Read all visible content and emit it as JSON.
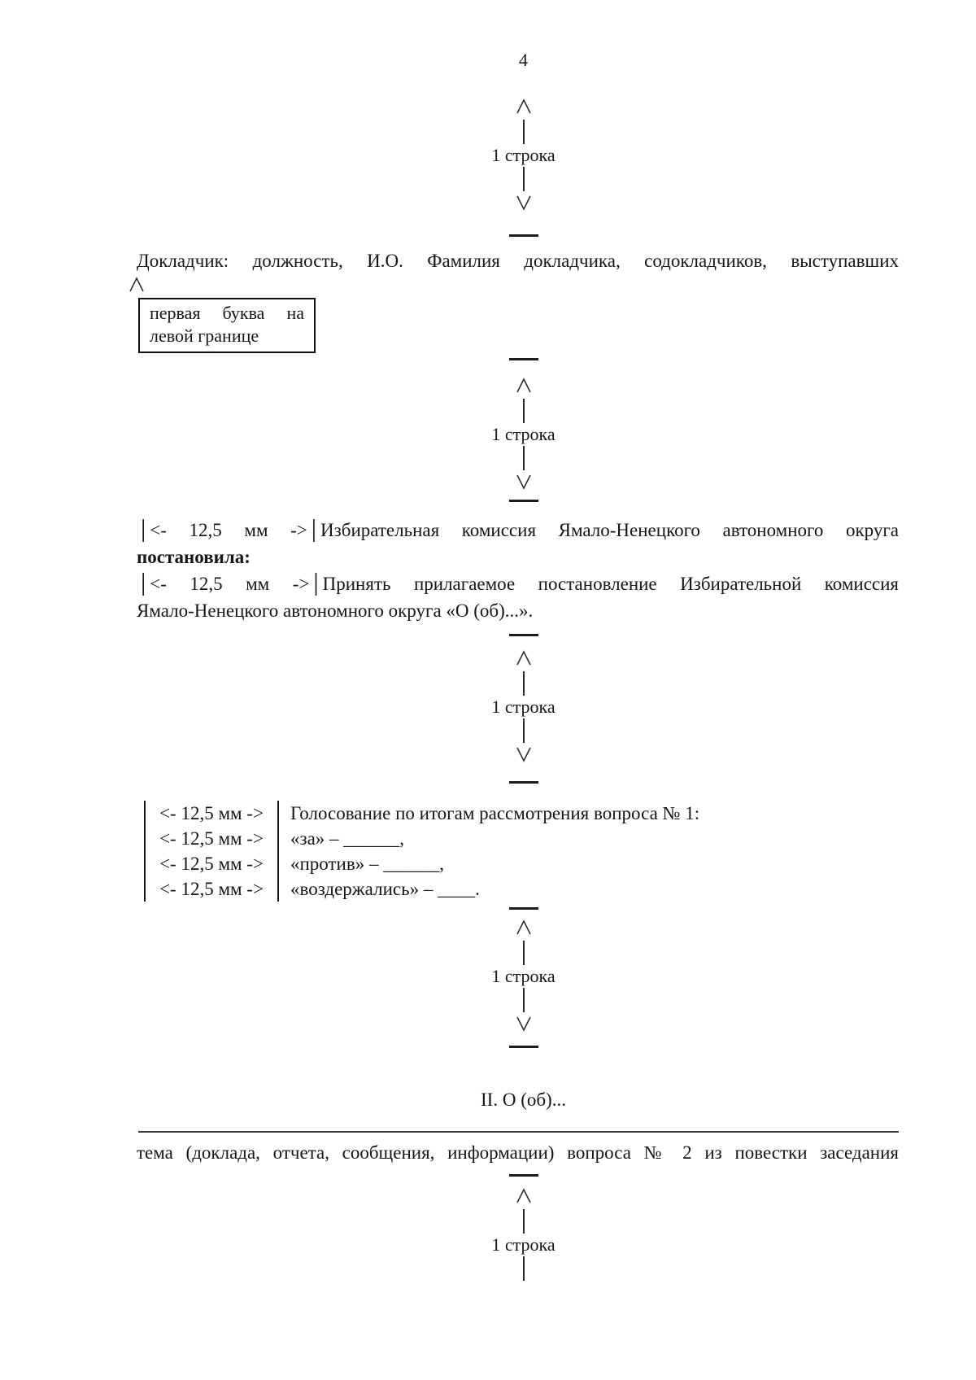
{
  "page": {
    "number": "4"
  },
  "spacing_marker": {
    "label": "1 строка"
  },
  "margin_marker": {
    "inline": "│<- 12,5 мм ->│",
    "row": "<- 12,5 мм ->"
  },
  "speaker": {
    "line": "Докладчик: должность, И.О. Фамилия докладчика, содокладчиков, выступавших"
  },
  "callout": {
    "line1": "первая буква на",
    "line2": "левой границе"
  },
  "resolution": {
    "line1": "Избирательная комиссия Ямало-Ненецкого автономного округа",
    "line2": "постановила:",
    "line3": "Принять прилагаемое постановление Избирательной комиссия",
    "line4": "Ямало-Ненецкого автономного округа «О (об)...»."
  },
  "voting": {
    "title": "Голосование по итогам рассмотрения вопроса № 1:",
    "row_for": "«за» – ______,",
    "row_against": "«против» – ______,",
    "row_abstained": "«воздержались» – ____."
  },
  "item2": {
    "heading": "II. О (об)...",
    "caption": "тема (доклада, отчета, сообщения, информации) вопроса № 2 из повестки заседания"
  }
}
